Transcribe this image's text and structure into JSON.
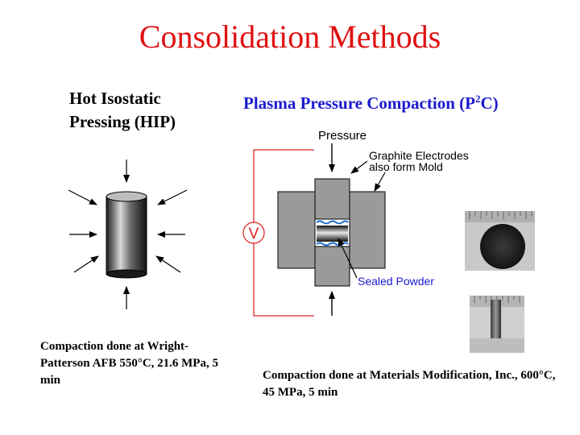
{
  "title": "Consolidation Methods",
  "hip": {
    "title_line1": "Hot Isostatic",
    "title_line2": "Pressing (HIP)",
    "caption": "Compaction done at Wright-Patterson AFB  550°C, 21.6 MPa, 5 min"
  },
  "p2c": {
    "title_main": "Plasma Pressure Compaction (P",
    "title_sup": "2",
    "title_end": "C)",
    "label_pressure": "Pressure",
    "label_electrodes_1": "Graphite Electrodes",
    "label_electrodes_2": "also form Mold",
    "label_voltage": "V",
    "label_powder": "Sealed Powder",
    "caption": "Compaction done at Materials Modification, Inc., 600°C, 45 MPa, 5 min"
  },
  "colors": {
    "title": "#e01010",
    "p2c_title": "#1a1ad0",
    "circuit": "#e02020",
    "labels_blue": "#1a1ad0",
    "mold_gray": "#9a9a9a"
  }
}
